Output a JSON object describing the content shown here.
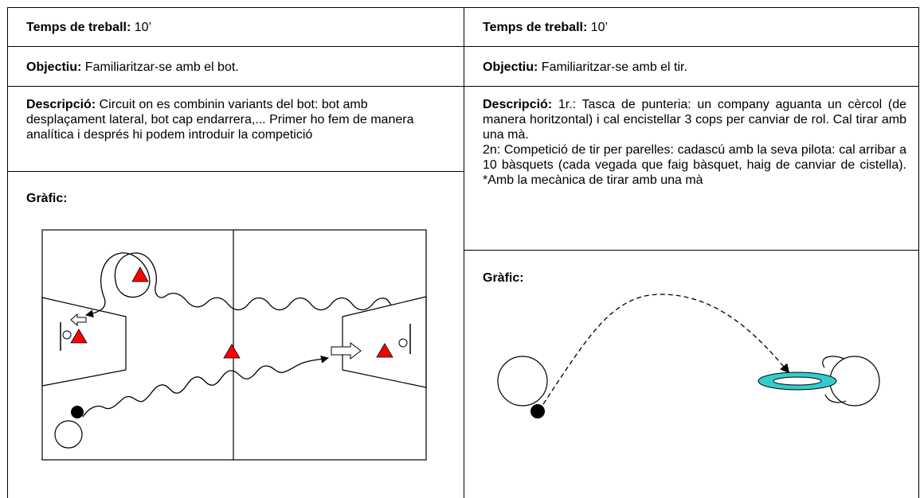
{
  "left": {
    "time_label": "Temps de treball:",
    "time_value": "10’",
    "objective_label": "Objectiu:",
    "objective_value": "Familiaritzar-se amb el bot.",
    "description_label": "Descripció:",
    "description_value": "Circuit on es combinin variants del bot: bot amb desplaçament lateral, bot cap endarrera,... Primer ho fem de manera analítica i després hi podem introduir la competició",
    "graphic_label": "Gràfic:"
  },
  "right": {
    "time_label": "Temps de treball:",
    "time_value": "10’",
    "objective_label": "Objectiu:",
    "objective_value": "Familiaritzar-se amb el tir.",
    "description_label": "Descripció:",
    "description_value": "1r.: Tasca de punteria: un company aguanta un cèrcol (de manera horitzontal) i cal encistellar 3 cops per canviar de rol. Cal tirar amb una mà.",
    "description_value_2": "2n: Competició de tir per parelles: cadascú amb la seva pilota: cal arribar a 10 bàsquets (cada vegada que faig bàsquet, haig de canviar de cistella). *Amb la mecànica de tirar amb una mà",
    "graphic_label": "Gràfic:"
  },
  "colors": {
    "cone": "#ff0000",
    "hoop": "#33cccc",
    "line": "#000000"
  }
}
